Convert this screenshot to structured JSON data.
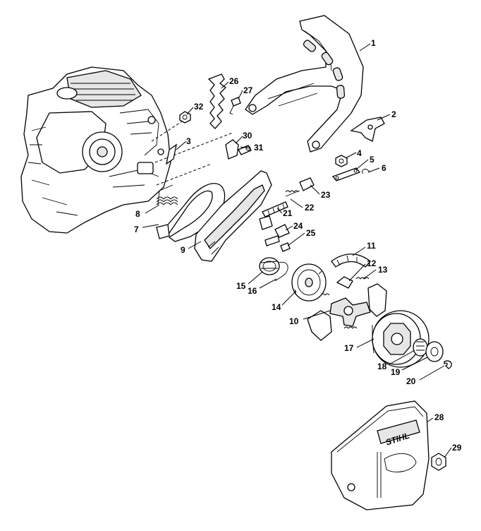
{
  "callouts": [
    "1",
    "2",
    "3",
    "4",
    "5",
    "6",
    "7",
    "8",
    "9",
    "10",
    "11",
    "12",
    "13",
    "14",
    "15",
    "16",
    "17",
    "18",
    "19",
    "20",
    "21",
    "22",
    "23",
    "24",
    "25",
    "26",
    "27",
    "28",
    "29",
    "30",
    "31",
    "32"
  ],
  "cover_logo": "STIHL"
}
